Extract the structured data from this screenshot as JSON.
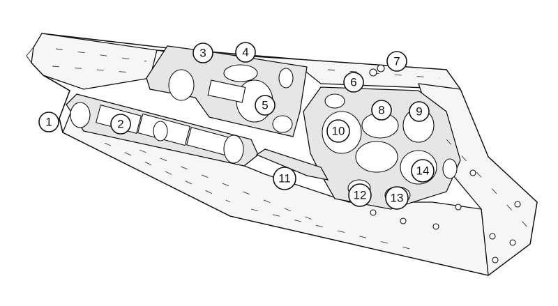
{
  "diagram": {
    "callouts": [
      {
        "number": "1"
      },
      {
        "number": "2"
      },
      {
        "number": "3"
      },
      {
        "number": "4"
      },
      {
        "number": "5"
      },
      {
        "number": "6"
      },
      {
        "number": "7"
      },
      {
        "number": "8"
      },
      {
        "number": "9"
      },
      {
        "number": "10"
      },
      {
        "number": "11"
      },
      {
        "number": "12"
      },
      {
        "number": "13"
      },
      {
        "number": "14"
      }
    ]
  }
}
